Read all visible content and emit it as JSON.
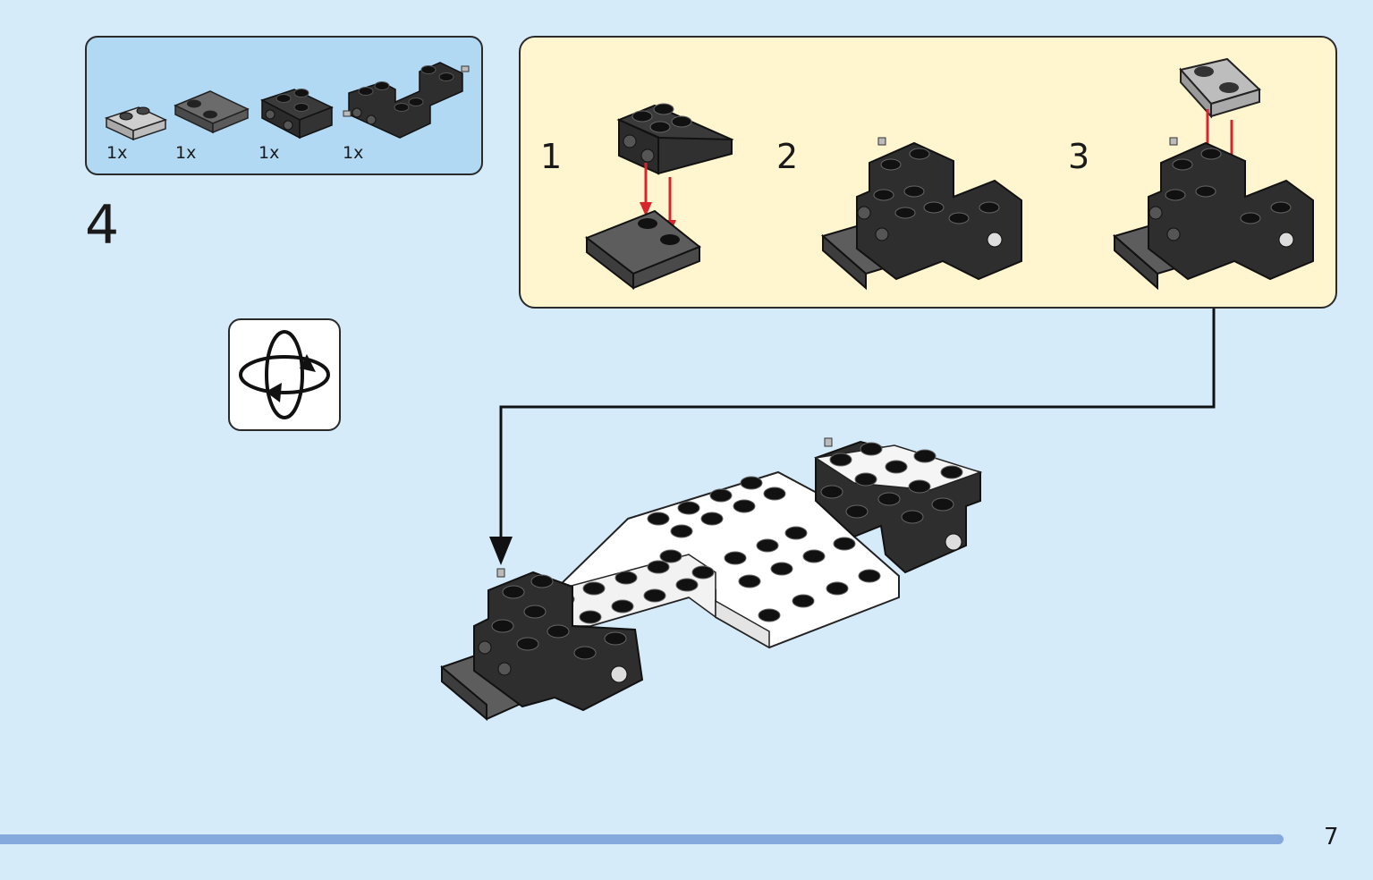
{
  "parts_list": {
    "items": [
      {
        "quantity": "1x",
        "part": "light-gray-plate-1x2-icon"
      },
      {
        "quantity": "1x",
        "part": "dark-gray-plate-2x2-icon"
      },
      {
        "quantity": "1x",
        "part": "black-bracket-brick-icon"
      },
      {
        "quantity": "1x",
        "part": "black-bracket-assembly-icon"
      }
    ]
  },
  "step": {
    "number": "4"
  },
  "rotate_indicator": {
    "icon": "rotate-model-icon"
  },
  "sub_steps": [
    {
      "number": "1"
    },
    {
      "number": "2"
    },
    {
      "number": "3"
    }
  ],
  "colors": {
    "page_bg": "#d6ebfa",
    "parts_bg": "#b2d9f4",
    "substep_bg": "#fff5cf",
    "arrow_red": "#d7262b",
    "progress_bar": "#86a9dd"
  },
  "footer": {
    "page_number": "7"
  }
}
